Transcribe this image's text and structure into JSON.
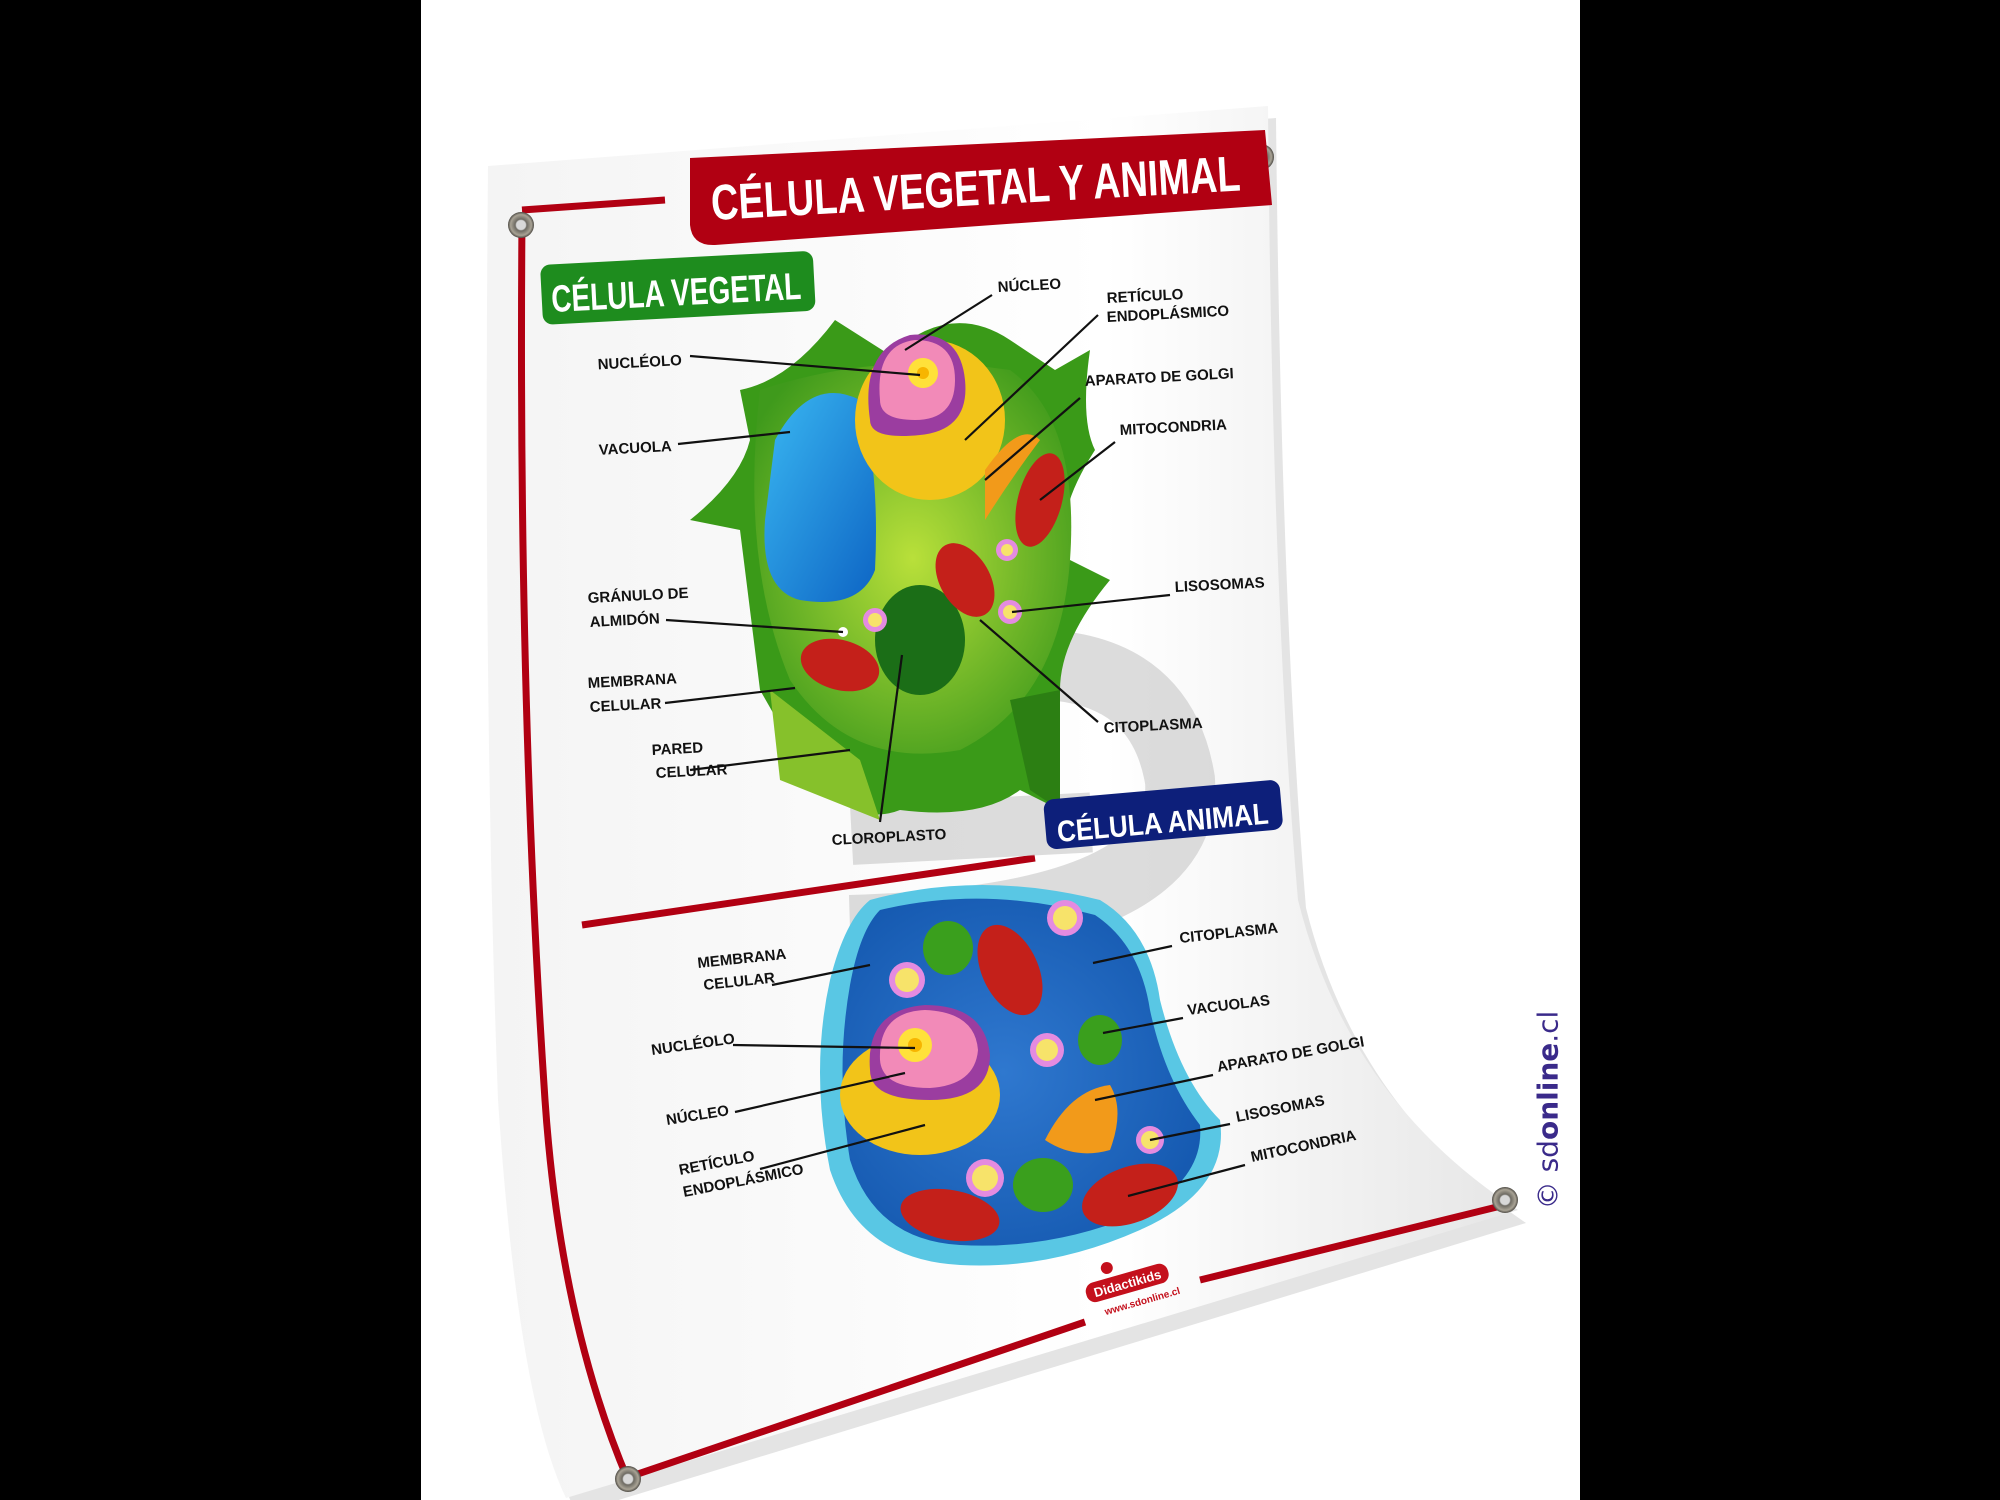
{
  "poster": {
    "title": "CÉLULA VEGETAL Y ANIMAL",
    "colors": {
      "title_bg": "#b10012",
      "vegetal_bg": "#1e8c1e",
      "animal_bg": "#0d1f7a",
      "border": "#b10012"
    },
    "vegetal": {
      "heading": "CÉLULA VEGETAL",
      "labels": {
        "nucleo": "NÚCLEO",
        "reticulo_1": "RETÍCULO",
        "reticulo_2": "ENDOPLÁSMICO",
        "nucleolo": "NUCLÉOLO",
        "golgi": "APARATO DE GOLGI",
        "mitocondria": "MITOCONDRIA",
        "vacuola": "VACUOLA",
        "granulo_1": "GRÁNULO DE",
        "granulo_2": "ALMIDÓN",
        "lisosomas": "LISOSOMAS",
        "membrana_1": "MEMBRANA",
        "membrana_2": "CELULAR",
        "citoplasma": "CITOPLASMA",
        "pared_1": "PARED",
        "pared_2": "CELULAR",
        "cloroplasto": "CLOROPLASTO"
      }
    },
    "animal": {
      "heading": "CÉLULA ANIMAL",
      "labels": {
        "membrana_1": "MEMBRANA",
        "membrana_2": "CELULAR",
        "citoplasma": "CITOPLASMA",
        "vacuolas": "VACUOLAS",
        "nucleolo": "NUCLÉOLO",
        "golgi": "APARATO DE GOLGI",
        "nucleo": "NÚCLEO",
        "lisosomas": "LISOSOMAS",
        "reticulo_1": "RETÍCULO",
        "reticulo_2": "ENDOPLÁSMICO",
        "mitocondria": "MITOCONDRIA"
      }
    },
    "footer": {
      "brand": "Didactikids",
      "url": "www.sdonline.cl"
    }
  },
  "watermark": {
    "symbol": "©",
    "prefix": "sd",
    "bold": "online",
    "suffix": ".cl"
  }
}
